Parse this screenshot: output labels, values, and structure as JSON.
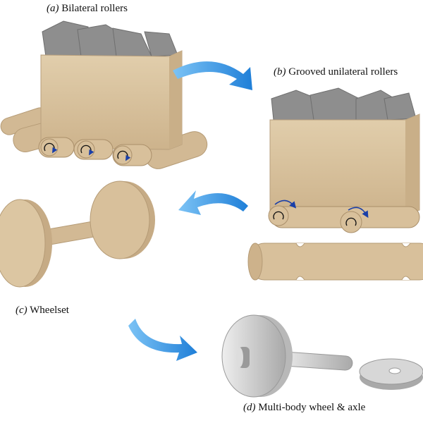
{
  "labels": {
    "a_letter": "(a)",
    "a_text": "Bilateral rollers",
    "b_letter": "(b)",
    "b_text": "Grooved unilateral rollers",
    "c_letter": "(c)",
    "c_text": "Wheelset",
    "d_letter": "(d)",
    "d_text": "Multi-body wheel & axle"
  },
  "colors": {
    "wood": "#d8c3a0",
    "wood_dark": "#bfa682",
    "rock": "#8e8e8e",
    "arrow": "#2f8fe0",
    "metal": "#c9c9c9",
    "rotation_arrow": "#1a3fa8"
  }
}
